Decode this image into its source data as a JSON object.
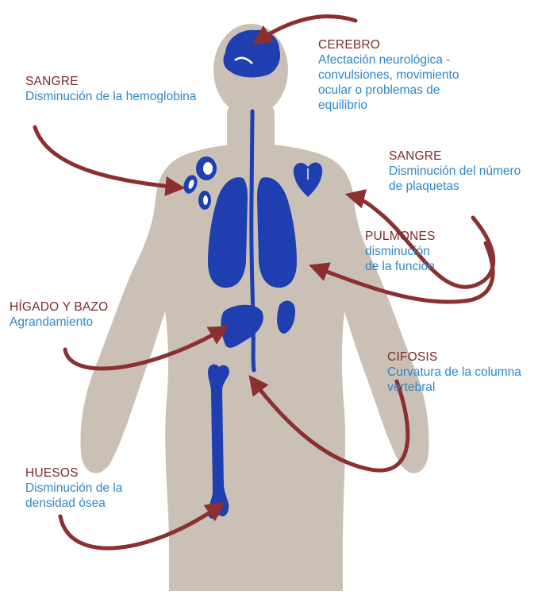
{
  "colors": {
    "body": "#cbc0b5",
    "organ": "#1f3fb0",
    "arrow": "#8c2f2f",
    "title_text": "#7c2b2c",
    "description_text": "#2f86c9"
  },
  "labels": {
    "cerebro": {
      "title": "CEREBRO",
      "description": "Afectación neurológica -\nconvulsiones, movimiento\nocular o problemas de\nequilibrio"
    },
    "sangre_hemoglobina": {
      "title": "SANGRE",
      "description": "Disminución de la hemoglobina"
    },
    "sangre_plaquetas": {
      "title": "SANGRE",
      "description": "Disminución del número\nde plaquetas"
    },
    "pulmones": {
      "title": "PULMONES",
      "description": "disminución\nde la función"
    },
    "higado_bazo": {
      "title": "HÍGADO Y BAZO",
      "description": "Agrandamiento"
    },
    "cifosis": {
      "title": "CIFOSIS",
      "description": "Curvatura de la columna\nvertebral"
    },
    "huesos": {
      "title": "HUESOS",
      "description": "Disminución de la\ndensidad ósea"
    }
  }
}
